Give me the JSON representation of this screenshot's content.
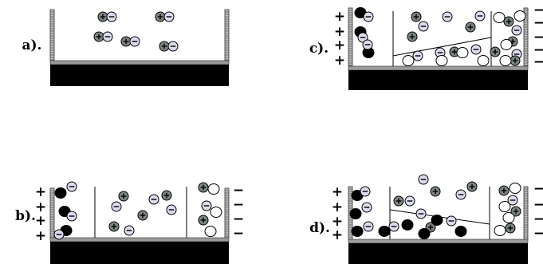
{
  "panels": [
    {
      "id": "a",
      "label": "a)."
    },
    {
      "id": "b",
      "label": "b)."
    },
    {
      "id": "c",
      "label": "c)."
    },
    {
      "id": "d",
      "label": "d)."
    }
  ],
  "symbols": {
    "plus": "+",
    "minus": "−"
  },
  "colors": {
    "base": "#000000",
    "ledge": "#9a9a9a",
    "cation": "#7d8682",
    "anion": "#dcdcf0",
    "adsorbed_dark": "#000000",
    "adsorbed_light": "#ffffff",
    "wall": "#bcbcbc"
  }
}
